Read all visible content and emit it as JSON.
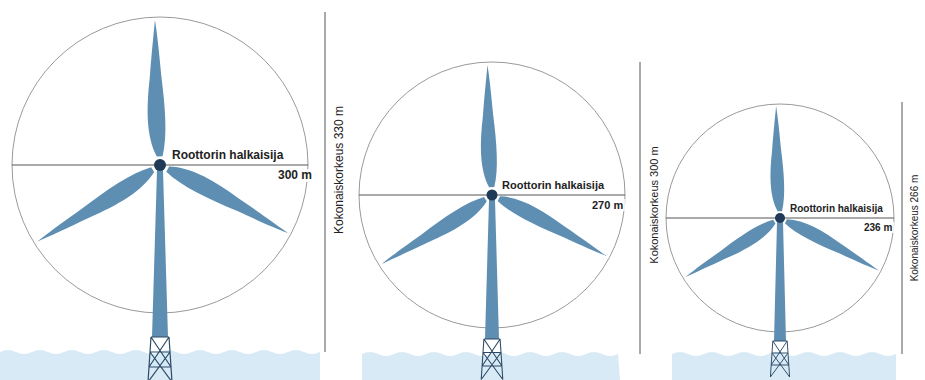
{
  "diagram": {
    "labels": [
      "Roottorin halkaisija",
      "300 m",
      "Kokonaiskorkeus 330 m",
      "Roottorin halkaisija",
      "270 m",
      "Kokonaiskorkeus 300 m",
      "Roottorin halkaisija",
      "236 m",
      "Kokonaiskorkeus 266 m"
    ]
  }
}
